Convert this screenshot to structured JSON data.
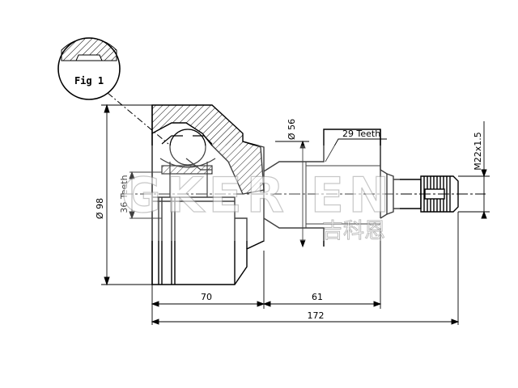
{
  "figure": {
    "fig_label": "Fig 1"
  },
  "dimensions": {
    "outer_diameter": "Ø 98",
    "inner_teeth": "36 Teeth",
    "shaft_diameter": "Ø 56",
    "outer_teeth": "29 Teeth",
    "thread": "M22x1.5",
    "length_body": "70",
    "length_shaft": "61",
    "length_total": "172"
  },
  "watermark": {
    "latin": "GKER EN",
    "chinese": "吉科恩"
  }
}
